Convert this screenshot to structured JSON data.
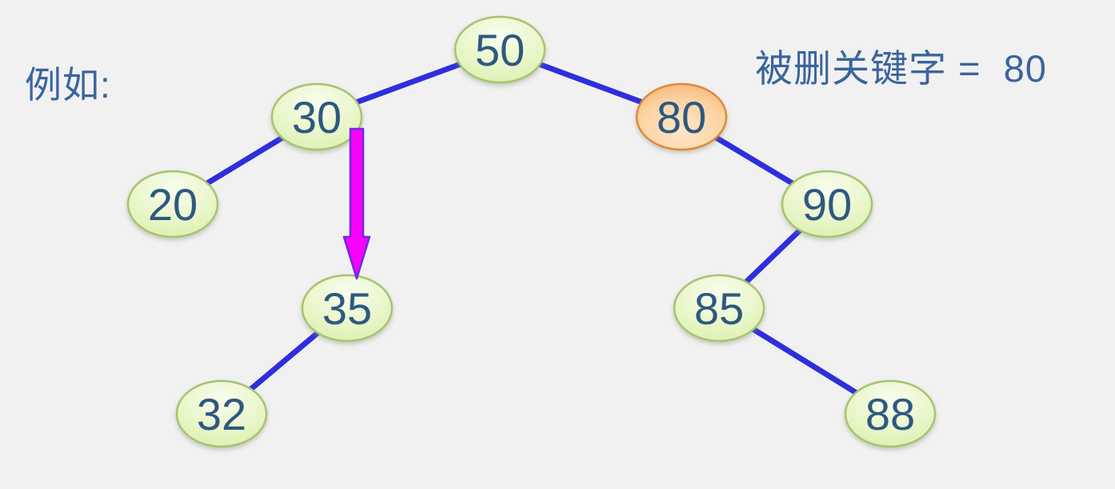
{
  "labels": {
    "example": "例如:",
    "deleted_key": "被删关键字 =  80"
  },
  "colors": {
    "background": "#f1f1f2",
    "caption_text": "#3a659c",
    "node_text": "#2d5880",
    "edge_blue": "#2e2edd",
    "node_green_fill_top": "#f7fced",
    "node_green_fill_bottom": "#d9efa9",
    "node_green_border": "#a6c472",
    "node_orange_fill_light": "#fde6c8",
    "node_orange_fill_dark": "#f4a664",
    "node_orange_border": "#de8a3e",
    "arrow_fill": "#fb00fb",
    "arrow_outline": "#6a2be0"
  },
  "tree": {
    "description": "binary search tree, deletion example, key 80 highlighted",
    "nodes": [
      {
        "value": "50",
        "role": "root",
        "highlighted": false
      },
      {
        "value": "30",
        "highlighted": false
      },
      {
        "value": "80",
        "highlighted": true
      },
      {
        "value": "20",
        "highlighted": false
      },
      {
        "value": "90",
        "highlighted": false
      },
      {
        "value": "35",
        "highlighted": false
      },
      {
        "value": "85",
        "highlighted": false
      },
      {
        "value": "32",
        "highlighted": false
      },
      {
        "value": "88",
        "highlighted": false
      }
    ],
    "edges": [
      {
        "from": "50",
        "to": "30"
      },
      {
        "from": "50",
        "to": "80"
      },
      {
        "from": "30",
        "to": "20"
      },
      {
        "from": "80",
        "to": "90"
      },
      {
        "from": "90",
        "to": "85"
      },
      {
        "from": "85",
        "to": "88"
      },
      {
        "from": "35",
        "to": "32"
      }
    ],
    "arrow": {
      "from": "30",
      "to": "35",
      "meaning": "pointer from 30 down to subtree node 35"
    }
  }
}
